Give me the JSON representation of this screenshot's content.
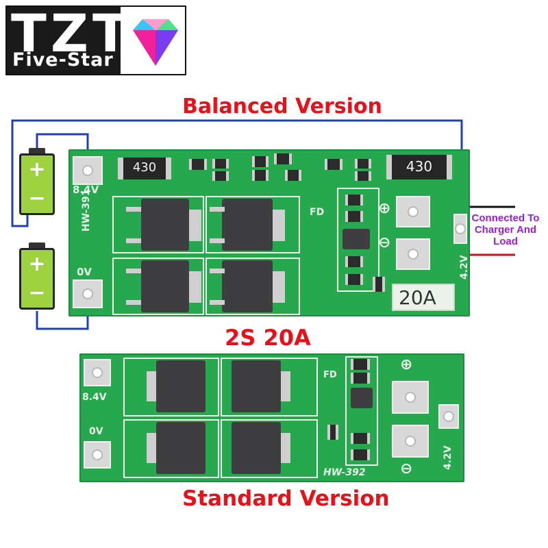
{
  "logo": {
    "brand": "TZT",
    "tagline": "Five-Star",
    "icon": "diamond-icon"
  },
  "captions": {
    "balanced": "Balanced Version",
    "model": "2S 20A",
    "standard": "Standard Version"
  },
  "battery": {
    "plus": "+",
    "minus": "−"
  },
  "board_balanced": {
    "v_high": "8.4V",
    "v_zero": "0V",
    "model_id": "HW-391",
    "resistor": "430",
    "fd": "FD",
    "current": "20A",
    "v_out": "4.2V",
    "plus": "⊕",
    "minus": "⊖"
  },
  "board_standard": {
    "v_high": "8.4V",
    "v_zero": "0V",
    "model_id": "HW-392",
    "fd": "FD",
    "v_out": "4.2V",
    "plus": "⊕",
    "minus": "⊖"
  },
  "annotation": {
    "line1": "Connected To",
    "line2": "Charger And",
    "line3": "Load"
  },
  "colors": {
    "caption": "#e8111a",
    "board": "#27a84f",
    "wire_blue": "#1f3fb8",
    "wire_red": "#d21010",
    "annotation": "#9b1fd0"
  }
}
